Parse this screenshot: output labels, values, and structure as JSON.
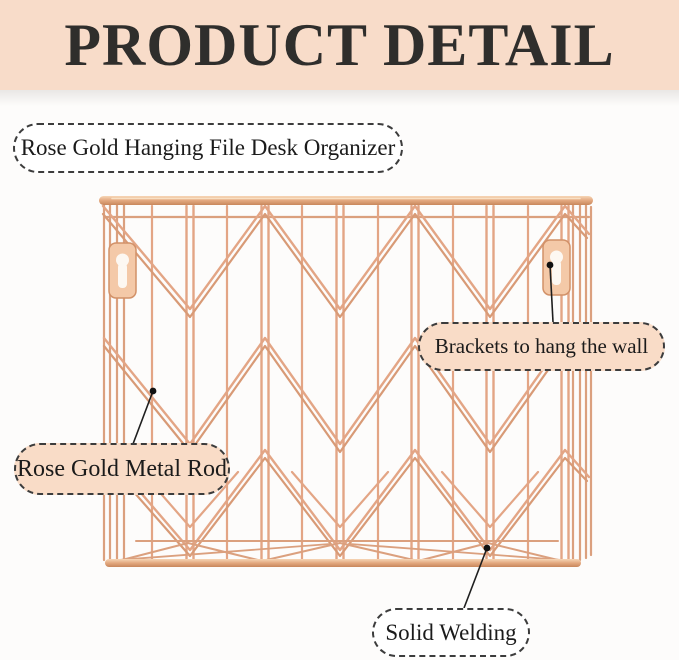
{
  "banner": {
    "title": "PRODUCT DETAIL",
    "bg_color": "#f8dcc9",
    "text_color": "#2f2e2c"
  },
  "callouts": {
    "organizer": {
      "text": "Rose Gold Hanging File Desk Organizer",
      "fill": "#ffffff"
    },
    "brackets": {
      "text": "Brackets to hang the wall",
      "fill": "#f9dcc7"
    },
    "rod": {
      "text": "Rose Gold Metal Rod",
      "fill": "#f9dcc7"
    },
    "welding": {
      "text": "Solid Welding",
      "fill": "#ffffff"
    }
  },
  "product": {
    "name": "rose-gold-wire-hanging-file-desk-organizer",
    "colors": {
      "wire": "#e3a585",
      "wire_shadow": "#d89a76",
      "rim_light": "#f7d6b6",
      "rim_dark": "#c8875c",
      "bracket_plate": "#f4c9a8",
      "annotation": "#1f1f1f"
    }
  }
}
